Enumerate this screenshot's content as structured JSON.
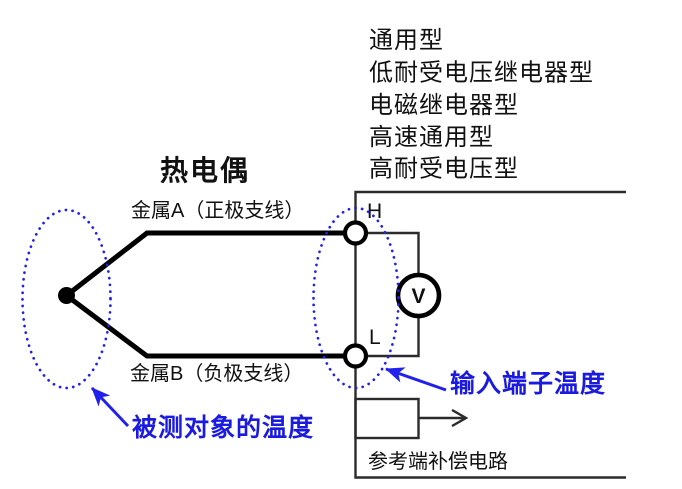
{
  "colors": {
    "annotation_blue": "#1b1be0",
    "ink_black": "#111111"
  },
  "instrument_types": {
    "lines": [
      "通用型",
      "低耐受电压继电器型",
      "电磁继电器型",
      "高速通用型",
      "高耐受电压型"
    ]
  },
  "thermocouple": {
    "title": "热电偶",
    "metal_a_label": "金属A（正极支线）",
    "metal_b_label": "金属B（负极支线）"
  },
  "terminals": {
    "high_label": "H",
    "low_label": "L"
  },
  "voltmeter": {
    "label": "V"
  },
  "annotations": {
    "measured_object_temperature": "被测对象的温度",
    "input_terminal_temperature": "输入端子温度",
    "reference_junction_compensation": "参考端补偿电路"
  }
}
